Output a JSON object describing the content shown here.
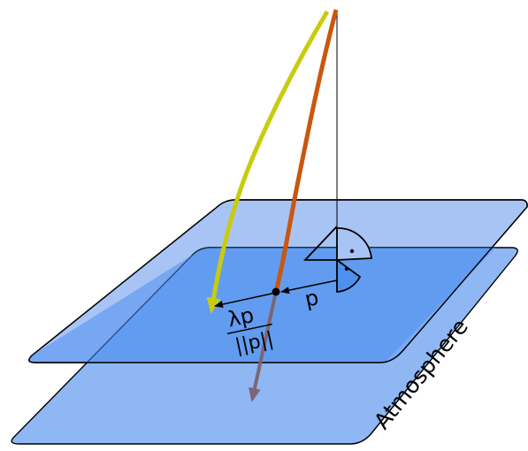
{
  "labels": {
    "p": "p",
    "lambda_numerator": "λp",
    "lambda_denominator": "||p||",
    "atmosphere": "Atmosphere"
  },
  "colors": {
    "plane_fill": "#a8c4f5",
    "plane_front_fill": "#4f8fee",
    "plane_stroke": "#000000",
    "yellow_ray": "#c8cc0c",
    "orange_ray": "#c9570f",
    "refracted_ray": "#7e6472",
    "normal_line": "#000000"
  },
  "icons": {
    "right_angle_marker": "right-angle-icon",
    "intersection_point": "dot-icon"
  }
}
